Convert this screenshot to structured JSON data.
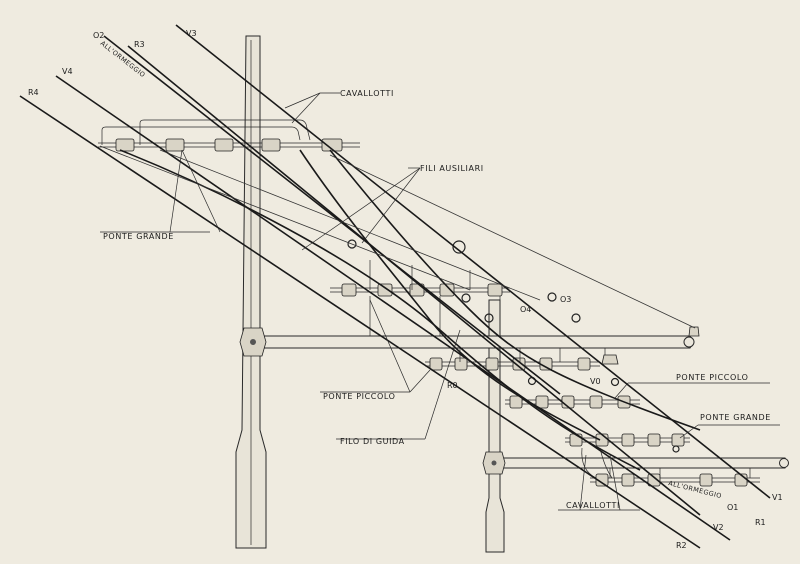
{
  "labels": {
    "cavallotti_top": "CAVALLOTTI",
    "fili_ausiliari": "FILI AUSILIARI",
    "ponte_grande_left": "PONTE GRANDE",
    "ponte_piccolo_left": "PONTE PICCOLO",
    "filo_di_guida": "FILO DI GUIDA",
    "ponte_piccolo_right": "PONTE PICCOLO",
    "ponte_grande_right": "PONTE GRANDE",
    "cavallotti_bottom": "CAVALLOTTI",
    "all_ormeggio_top": "ALL'ORMEGGIO",
    "all_ormeggio_bottom": "ALL'ORMEGGIO"
  },
  "wire_labels": {
    "O2": "O2",
    "R3": "R3",
    "V3": "V3",
    "V4": "V4",
    "R4": "R4",
    "O3": "O3",
    "O4": "O4",
    "V0": "V0",
    "R0": "R0",
    "V1": "V1",
    "O1": "O1",
    "R1": "R1",
    "V2": "V2",
    "R2": "R2"
  }
}
